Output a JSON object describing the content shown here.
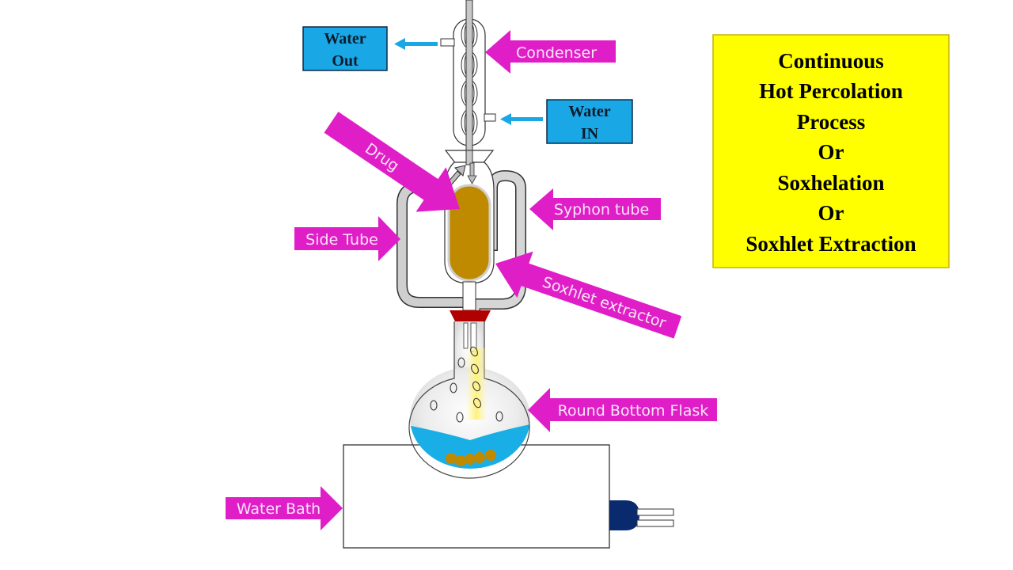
{
  "diagram": {
    "title_box": {
      "lines": [
        "Continuous",
        "Hot Percolation",
        "Process",
        "Or",
        "Soxhelation",
        "Or",
        "Soxhlet Extraction"
      ],
      "background": "#ffff00",
      "border": "#c8b400"
    },
    "water_boxes": {
      "out": {
        "line1": "Water",
        "line2": "Out"
      },
      "in": {
        "line1": "Water",
        "line2": "IN"
      },
      "background": "#1aa7e6",
      "arrow_color": "#1aa7e6"
    },
    "callouts": {
      "condenser": "Condenser",
      "drug": "Drug",
      "syphon_tube": "Syphon tube",
      "side_tube": "Side Tube",
      "soxhlet_extractor": "Soxhlet extractor",
      "round_bottom_flask": "Round Bottom Flask",
      "water_bath": "Water Bath",
      "color": "#e01ec8"
    },
    "colors": {
      "drug": "#c08a00",
      "solvent": "#1aaee6",
      "stopper": "#b00000",
      "glass_tube": "#cfcfcf",
      "heater_plug": "#0a2a6e",
      "vapor": "#fff27a"
    }
  }
}
